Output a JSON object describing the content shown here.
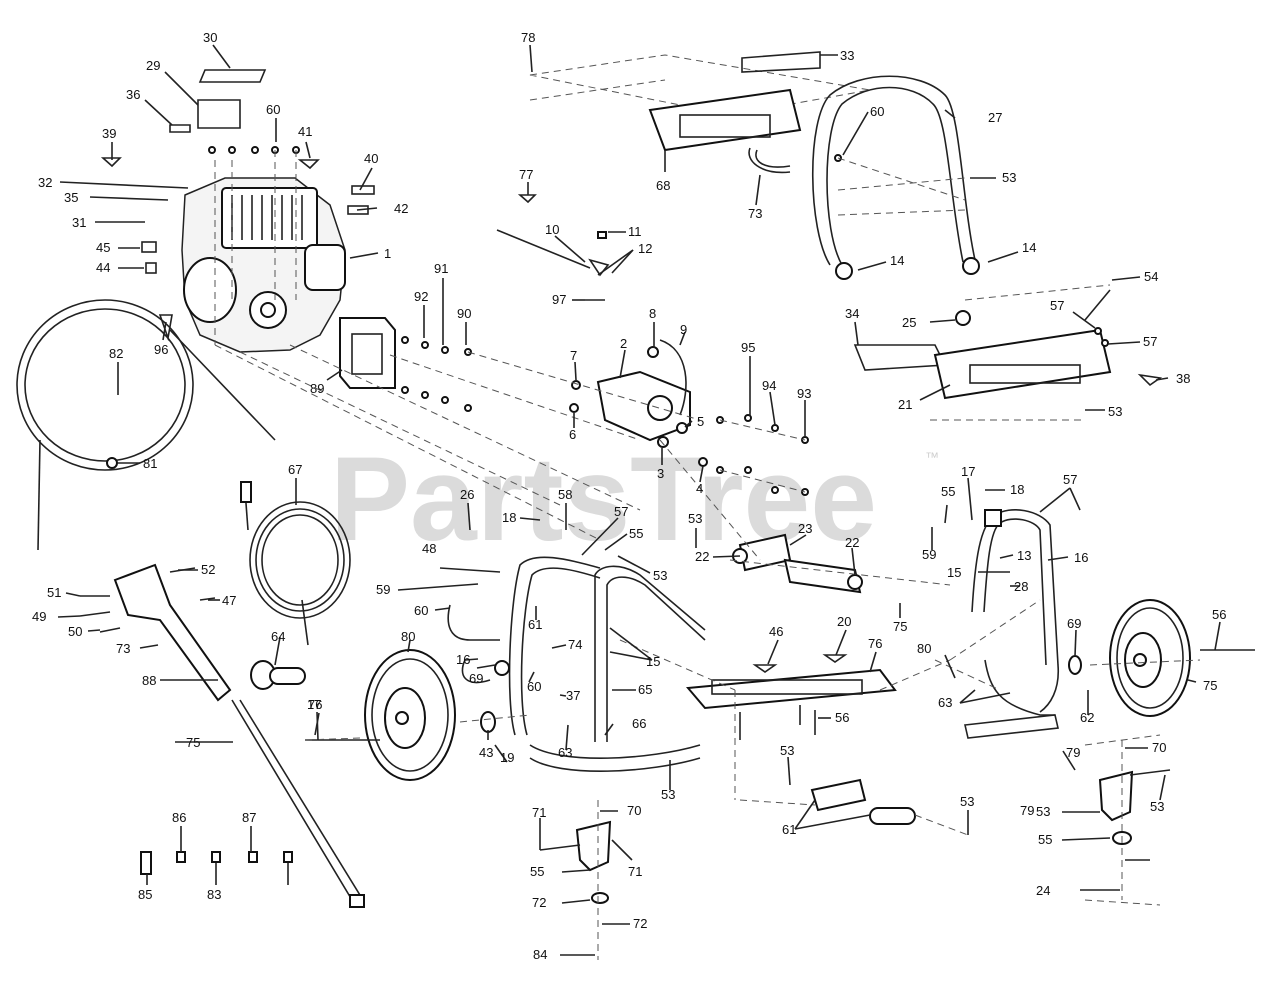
{
  "watermark": {
    "text": "PartsTree",
    "trademark": "™"
  },
  "callouts": [
    "30",
    "29",
    "36",
    "60",
    "41",
    "39",
    "40",
    "32",
    "35",
    "42",
    "31",
    "45",
    "44",
    "1",
    "96",
    "82",
    "81",
    "91",
    "92",
    "90",
    "89",
    "78",
    "33",
    "27",
    "68",
    "60",
    "53",
    "73",
    "77",
    "10",
    "11",
    "12",
    "97",
    "14",
    "14",
    "54",
    "57",
    "34",
    "25",
    "57",
    "21",
    "38",
    "53",
    "8",
    "9",
    "2",
    "7",
    "95",
    "94",
    "93",
    "5",
    "6",
    "3",
    "4",
    "67",
    "26",
    "58",
    "18",
    "57",
    "55",
    "53",
    "53",
    "23",
    "22",
    "22",
    "55",
    "18",
    "59",
    "57",
    "17",
    "13",
    "16",
    "15",
    "28",
    "59",
    "48",
    "51",
    "52",
    "49",
    "47",
    "50",
    "73",
    "60",
    "61",
    "75",
    "17",
    "74",
    "16",
    "60",
    "15",
    "37",
    "65",
    "64",
    "88",
    "69",
    "80",
    "43",
    "46",
    "20",
    "76",
    "80",
    "69",
    "75",
    "56",
    "63",
    "62",
    "56",
    "66",
    "75",
    "76",
    "63",
    "19",
    "53",
    "53",
    "70",
    "79",
    "71",
    "55",
    "72",
    "24",
    "61",
    "53",
    "79",
    "53",
    "70",
    "53",
    "71",
    "55",
    "72",
    "84",
    "86",
    "87",
    "85",
    "83"
  ]
}
